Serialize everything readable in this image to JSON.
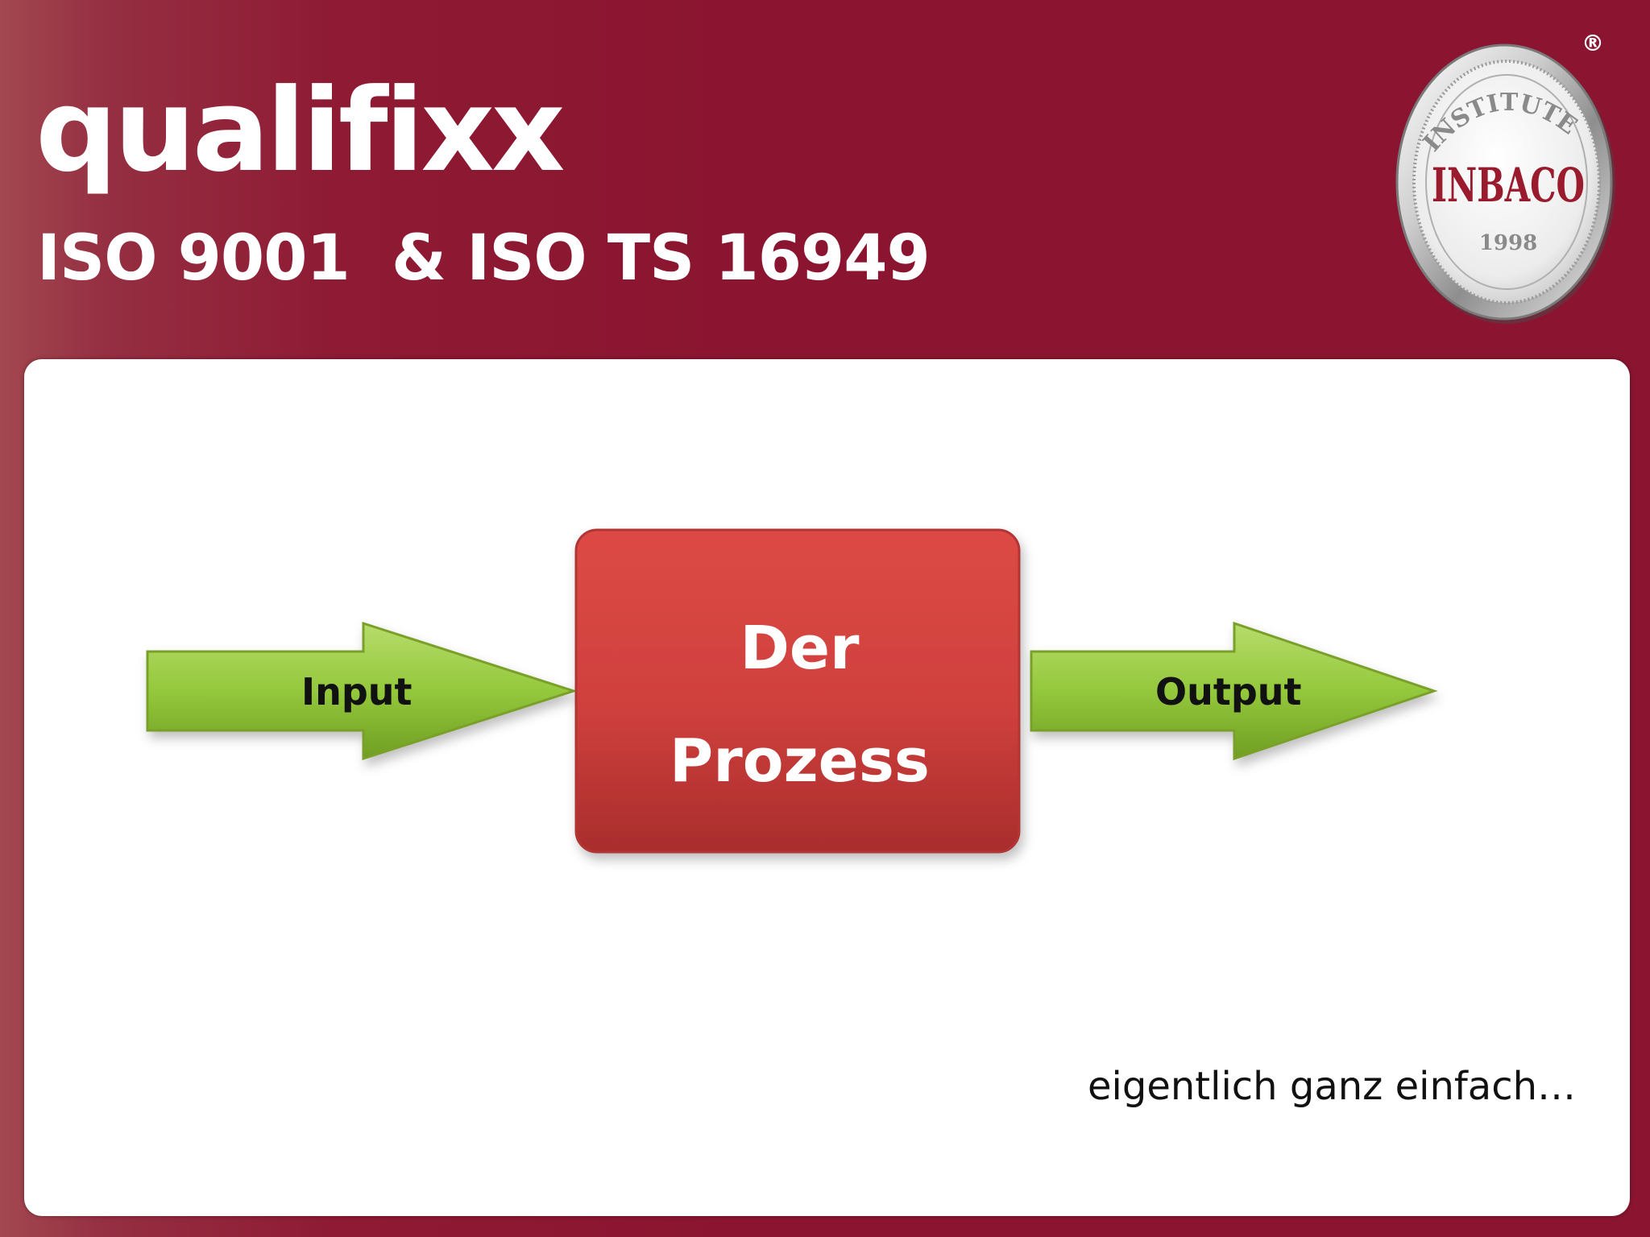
{
  "header": {
    "title": "qualifixx",
    "subtitle": "ISO 9001  & ISO TS 16949"
  },
  "logo": {
    "arc_text": "INSTITUTE",
    "name": "INBACO",
    "year": "1998",
    "registered_mark": "®"
  },
  "diagram": {
    "input_label": "Input",
    "process_line1": "Der",
    "process_line2": "Prozess",
    "output_label": "Output"
  },
  "footnote": "eigentlich ganz einfach…",
  "colors": {
    "header_background": "#8b1530",
    "process_box": "#d0403d",
    "arrow": "#94c83c",
    "panel": "#ffffff"
  }
}
